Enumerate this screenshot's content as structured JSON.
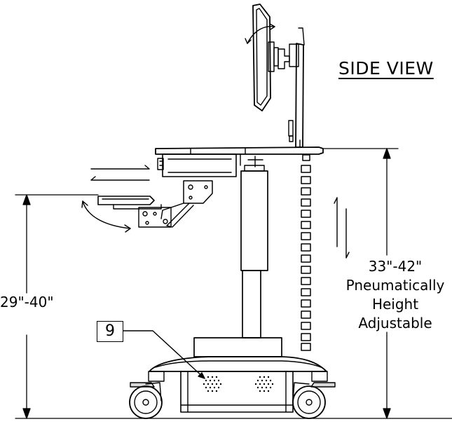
{
  "view_title": "SIDE VIEW",
  "left_dimension": "29\"-40\"",
  "right_dimension": {
    "range": "33\"-42\"",
    "line2": "Pneumatically",
    "line3": "Height",
    "line4": "Adjustable"
  },
  "callout_number": "9",
  "colors": {
    "ink": "#000000",
    "paper": "#ffffff",
    "fill_gray": "#d9d9d9"
  }
}
